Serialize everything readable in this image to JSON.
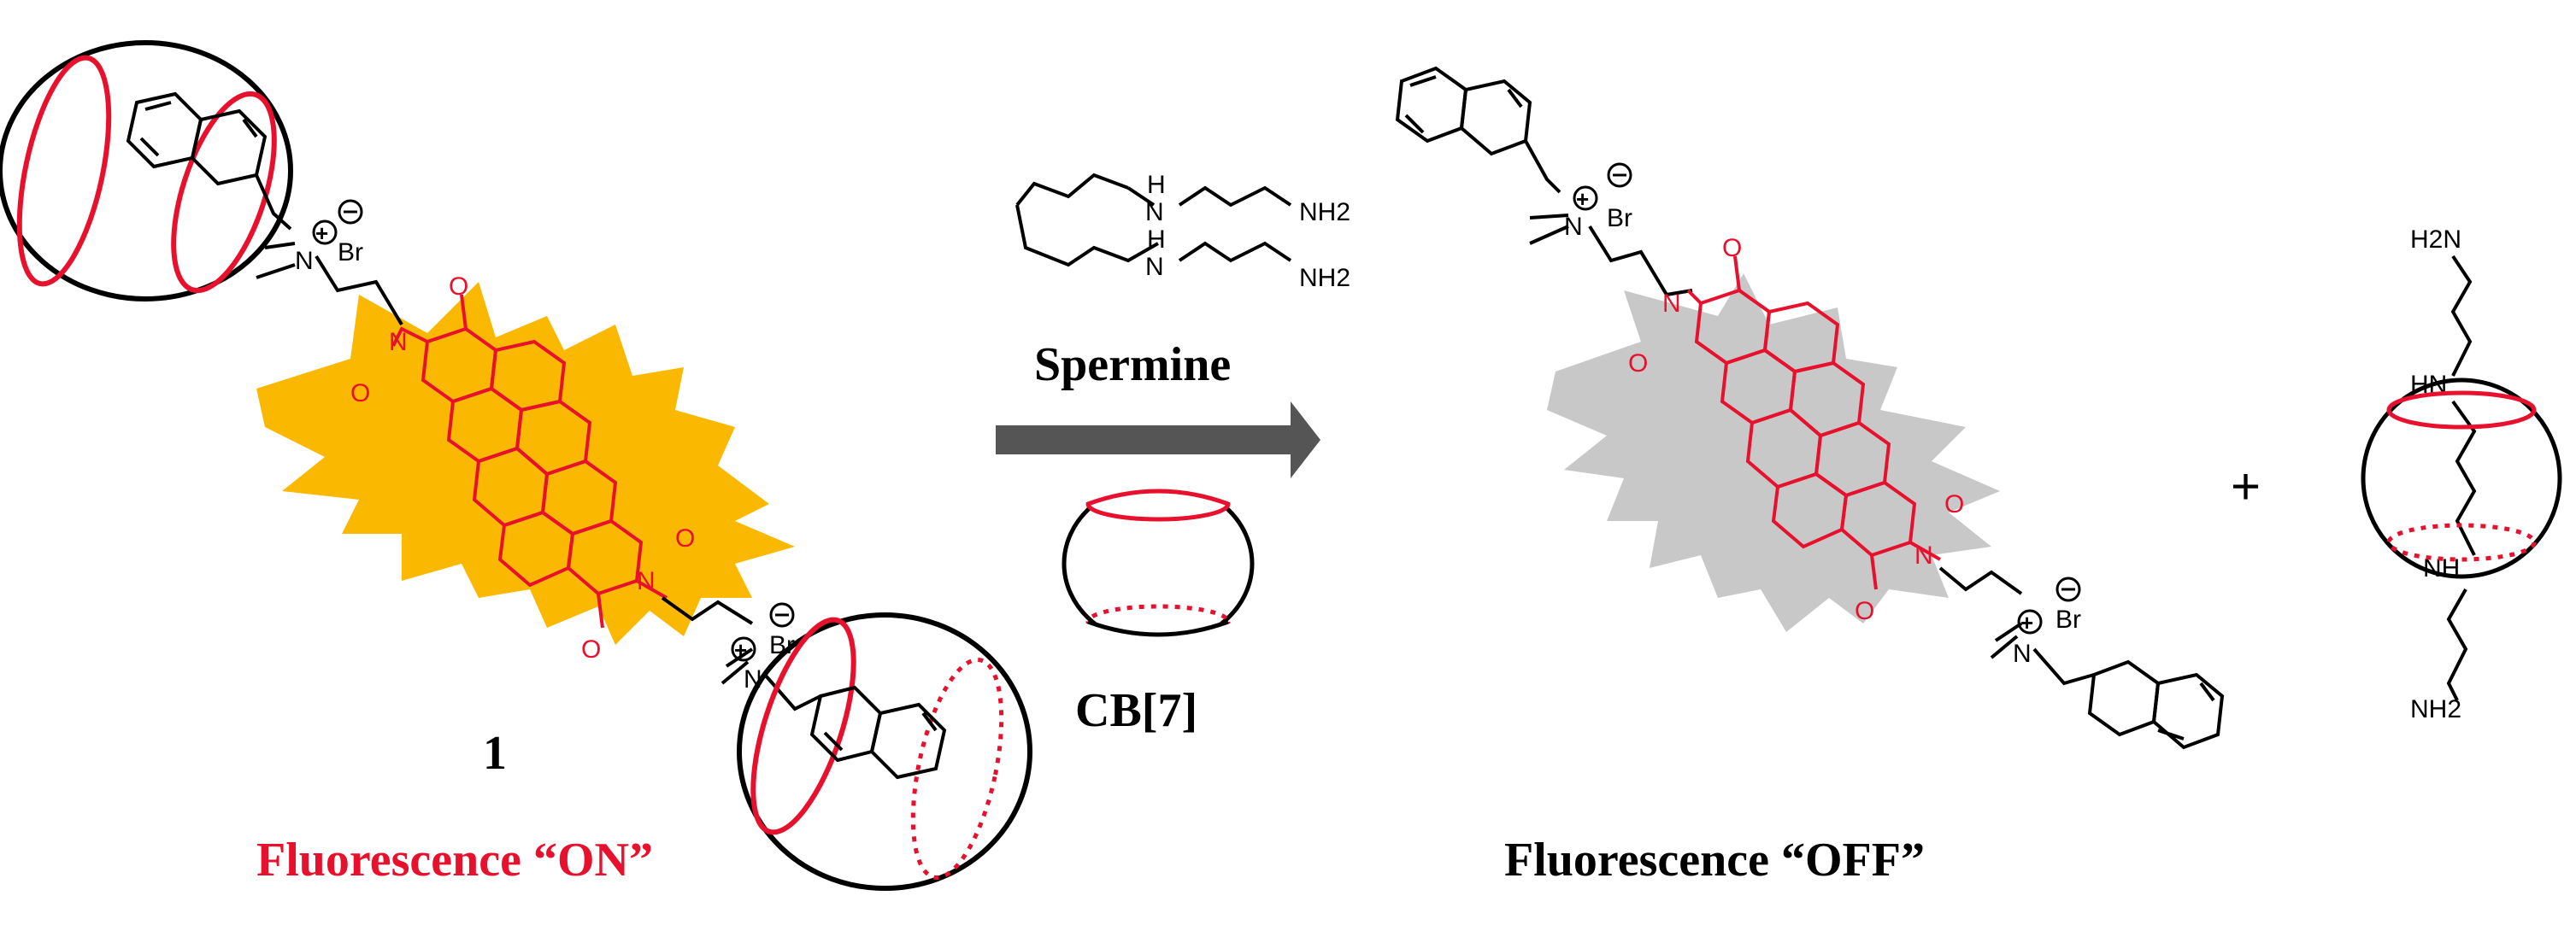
{
  "reagents": {
    "arrow_above_label": "Spermine",
    "arrow_below_label": "CB[7]",
    "spermine_amine_top": "NH2",
    "spermine_amine_bottom": "NH2",
    "spermine_nh_top": "H",
    "spermine_nh_top_n": "N",
    "spermine_nh_bottom": "H",
    "spermine_nh_bottom_n": "N"
  },
  "left_complex": {
    "compound_number": "1",
    "state_label": "Fluorescence “ON”",
    "counter_ion_top": "Br",
    "counter_ion_bottom": "Br",
    "nitrogen_top": "N",
    "nitrogen_bottom": "N",
    "imide_n_top": "N",
    "imide_n_bottom": "N",
    "carbonyl_o": "O",
    "state_color": "#e8112d",
    "glow_color": "#fbb800"
  },
  "right_product": {
    "state_label": "Fluorescence “OFF”",
    "counter_ion_top": "Br",
    "counter_ion_bottom": "Br",
    "nitrogen_top": "N",
    "nitrogen_bottom": "N",
    "imide_n_top": "N",
    "imide_n_bottom": "N",
    "carbonyl_o": "O",
    "glow_color": "#c8c8c8"
  },
  "plus_sign": "+",
  "complex_cb7": {
    "amine_top": "H2N",
    "amine_bottom": "NH2",
    "nh_top": "HN",
    "nh_bottom": "NH"
  },
  "colors": {
    "red": "#e8112d",
    "arrow": "#555555",
    "black": "#000000"
  }
}
